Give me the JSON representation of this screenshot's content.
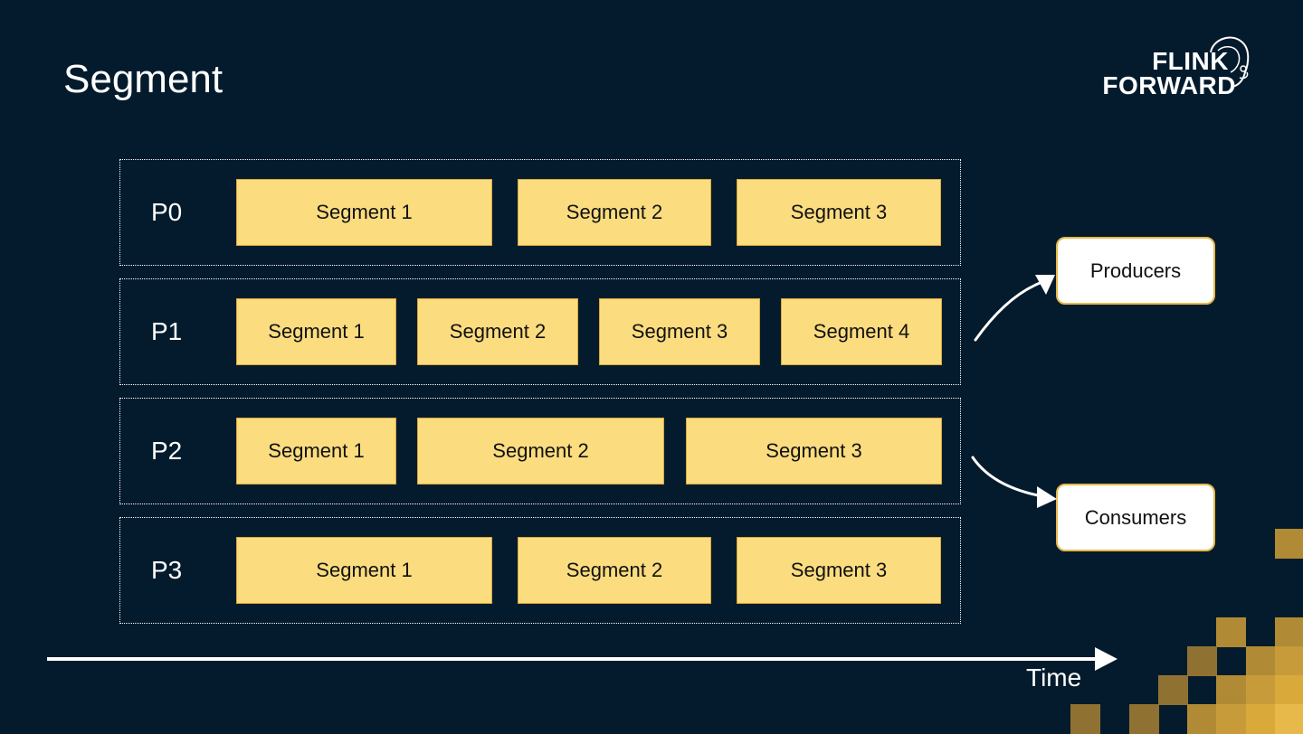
{
  "slide": {
    "title": "Segment"
  },
  "logo": {
    "line1": "FLINK",
    "line2": "FORWARD"
  },
  "partitions": [
    {
      "label": "P0",
      "segments": [
        "Segment 1",
        "Segment 2",
        "Segment 3"
      ]
    },
    {
      "label": "P1",
      "segments": [
        "Segment 1",
        "Segment 2",
        "Segment 3",
        "Segment 4"
      ]
    },
    {
      "label": "P2",
      "segments": [
        "Segment 1",
        "Segment 2",
        "Segment 3"
      ]
    },
    {
      "label": "P3",
      "segments": [
        "Segment 1",
        "Segment 2",
        "Segment 3"
      ]
    }
  ],
  "clients": {
    "producers": "Producers",
    "consumers": "Consumers"
  },
  "axis": {
    "label": "Time"
  },
  "colors": {
    "background": "#041b2d",
    "segment": "#fbdc7f",
    "accent": "#e7b84a",
    "text": "#ffffff"
  }
}
